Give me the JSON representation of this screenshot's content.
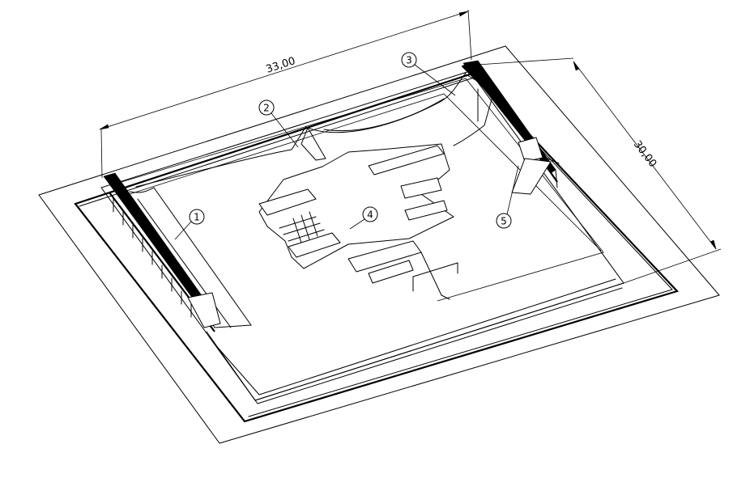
{
  "dimensions": {
    "width_label": "33,00",
    "depth_label": "30,00"
  },
  "callouts": [
    "1",
    "2",
    "3",
    "4",
    "5"
  ]
}
